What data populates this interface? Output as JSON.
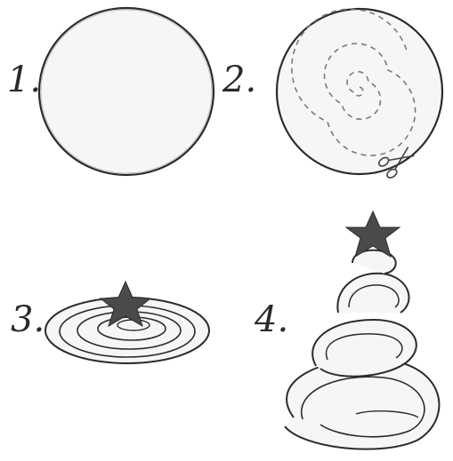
{
  "steps": [
    {
      "number": "1."
    },
    {
      "number": "2."
    },
    {
      "number": "3."
    },
    {
      "number": "4."
    }
  ],
  "colors": {
    "outline": "#2b2b2b",
    "paper": "#f6f6f6",
    "star": "#4a4a4a",
    "dash": "#7a7a7a"
  },
  "icons": [
    "scissors-icon",
    "star-icon"
  ]
}
